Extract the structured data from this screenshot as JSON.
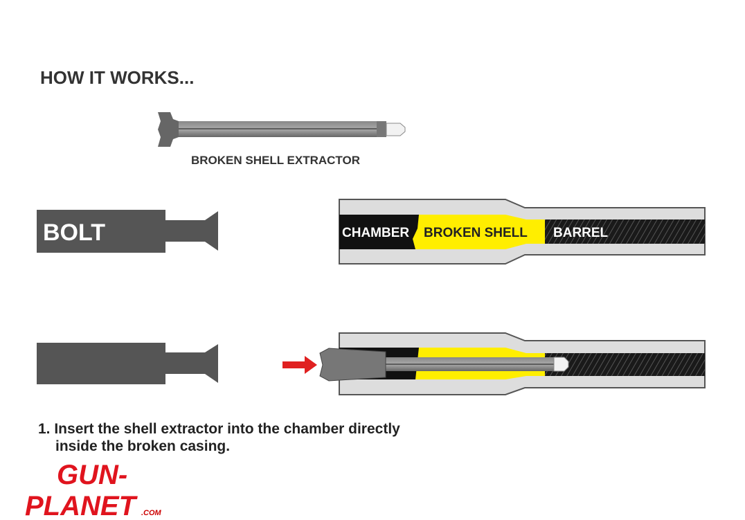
{
  "title": "HOW IT WORKS...",
  "extractor_label": "BROKEN SHELL EXTRACTOR",
  "bolt_label": "BOLT",
  "barrel_labels": {
    "chamber": "CHAMBER",
    "broken_shell": "BROKEN SHELL",
    "barrel": "BARREL"
  },
  "instruction": {
    "line1": "1. Insert the shell extractor into the chamber directly",
    "line2": "inside the broken casing."
  },
  "logo": {
    "line1": "GUN-",
    "line2": "PLANET",
    "line3": ".COM"
  },
  "colors": {
    "shell": "#ffee00",
    "bolt": "#555555",
    "arrow": "#e02020",
    "logo": "#e0141e"
  }
}
